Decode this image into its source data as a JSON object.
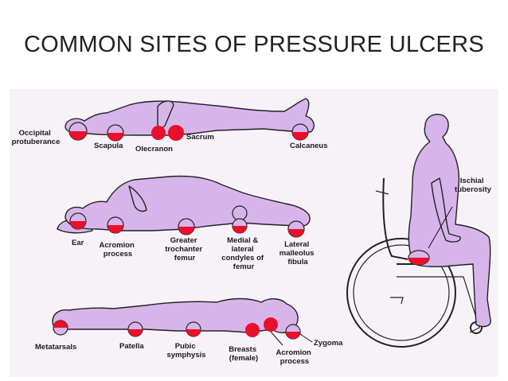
{
  "slide": {
    "title": "COMMON SITES OF PRESSURE ULCERS"
  },
  "colors": {
    "body_fill": "#d7b5eb",
    "pressure_point": "#e8102a",
    "outline": "#222222",
    "frame_background": "#f7f2f8"
  },
  "figures": {
    "supine": {
      "labels": {
        "occipital": [
          "Occipital",
          "protuberance"
        ],
        "scapula": "Scapula",
        "olecranon": "Olecranon",
        "sacrum": "Sacrum",
        "calcaneus": "Calcaneus"
      }
    },
    "lateral": {
      "labels": {
        "ear": "Ear",
        "acromion": [
          "Acromion",
          "process"
        ],
        "greater_trochanter": [
          "Greater",
          "trochanter",
          "femur"
        ],
        "medial_lateral_condyles": [
          "Medial &",
          "lateral",
          "condyles of",
          "femur"
        ],
        "lateral_malleolus": [
          "Lateral",
          "malleolus",
          "fibula"
        ]
      }
    },
    "prone": {
      "labels": {
        "metatarsals": "Metatarsals",
        "patella": "Patella",
        "pubic_symphysis": [
          "Pubic",
          "symphysis"
        ],
        "breasts": [
          "Breasts",
          "(female)"
        ],
        "acromion": [
          "Acromion",
          "process"
        ],
        "zygoma": "Zygoma"
      }
    },
    "seated": {
      "labels": {
        "ischial_tuberosity": [
          "Ischial",
          "tuberosity"
        ]
      }
    }
  }
}
